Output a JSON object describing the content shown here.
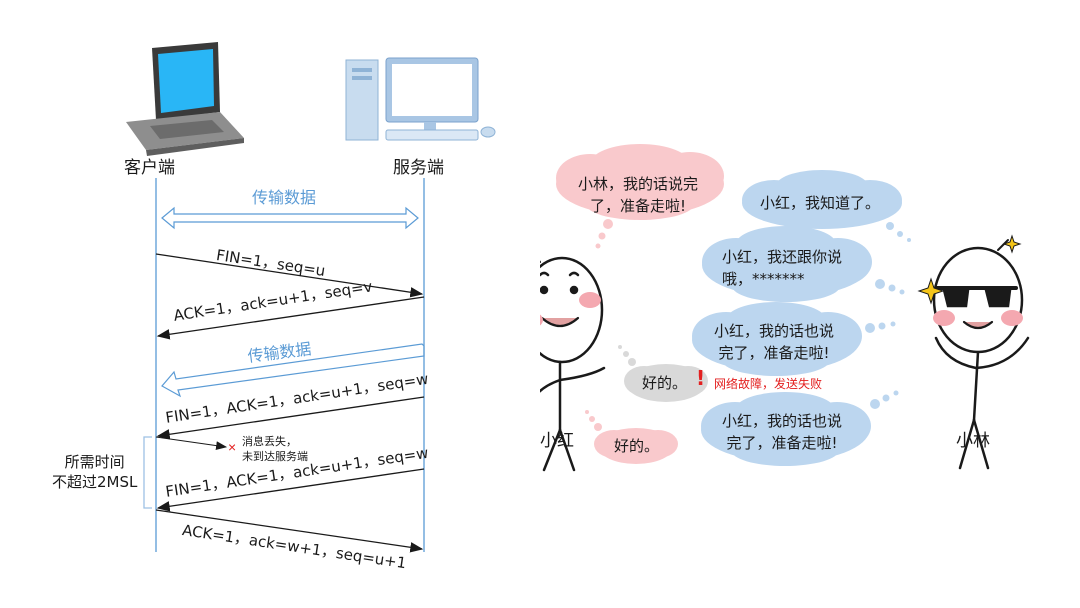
{
  "left": {
    "client_label": "客户端",
    "server_label": "服务端",
    "transfer_data_1": "传输数据",
    "msg1": "FIN=1，seq=u",
    "msg2": "ACK=1，ack=u+1，seq=v",
    "transfer_data_2": "传输数据",
    "msg3": "FIN=1，ACK=1，ack=u+1，seq=w",
    "lost_note_line1": "消息丢失，",
    "lost_note_line2": "未到达服务端",
    "time_note_line1": "所需时间",
    "time_note_line2": "不超过2MSL",
    "msg4": "FIN=1，ACK=1，ack=u+1，seq=w",
    "msg5": "ACK=1，ack=w+1，seq=u+1"
  },
  "right": {
    "red_bubble_1_line1": "小林，我的话说完",
    "red_bubble_1_line2": "了，准备走啦!",
    "blue_bubble_1": "小红，我知道了。",
    "blue_bubble_2_line1": "小红，我还跟你说",
    "blue_bubble_2_line2": "哦，*******",
    "blue_bubble_3_line1": "小红，我的话也说",
    "blue_bubble_3_line2": "完了，准备走啦!",
    "gray_bubble": "好的。",
    "network_error_mark": "!",
    "network_error": "网络故障，发送失败",
    "blue_bubble_4_line1": "小红，我的话也说",
    "blue_bubble_4_line2": "完了，准备走啦!",
    "red_bubble_2": "好的。",
    "girl_name": "小红",
    "boy_name": "小林"
  },
  "colors": {
    "blue": "#5b9bd5",
    "red_bubble": "#f9c9cc",
    "blue_bubble": "#bcd6ef",
    "gray_bubble": "#d9d9d9",
    "error_red": "#e32020"
  }
}
